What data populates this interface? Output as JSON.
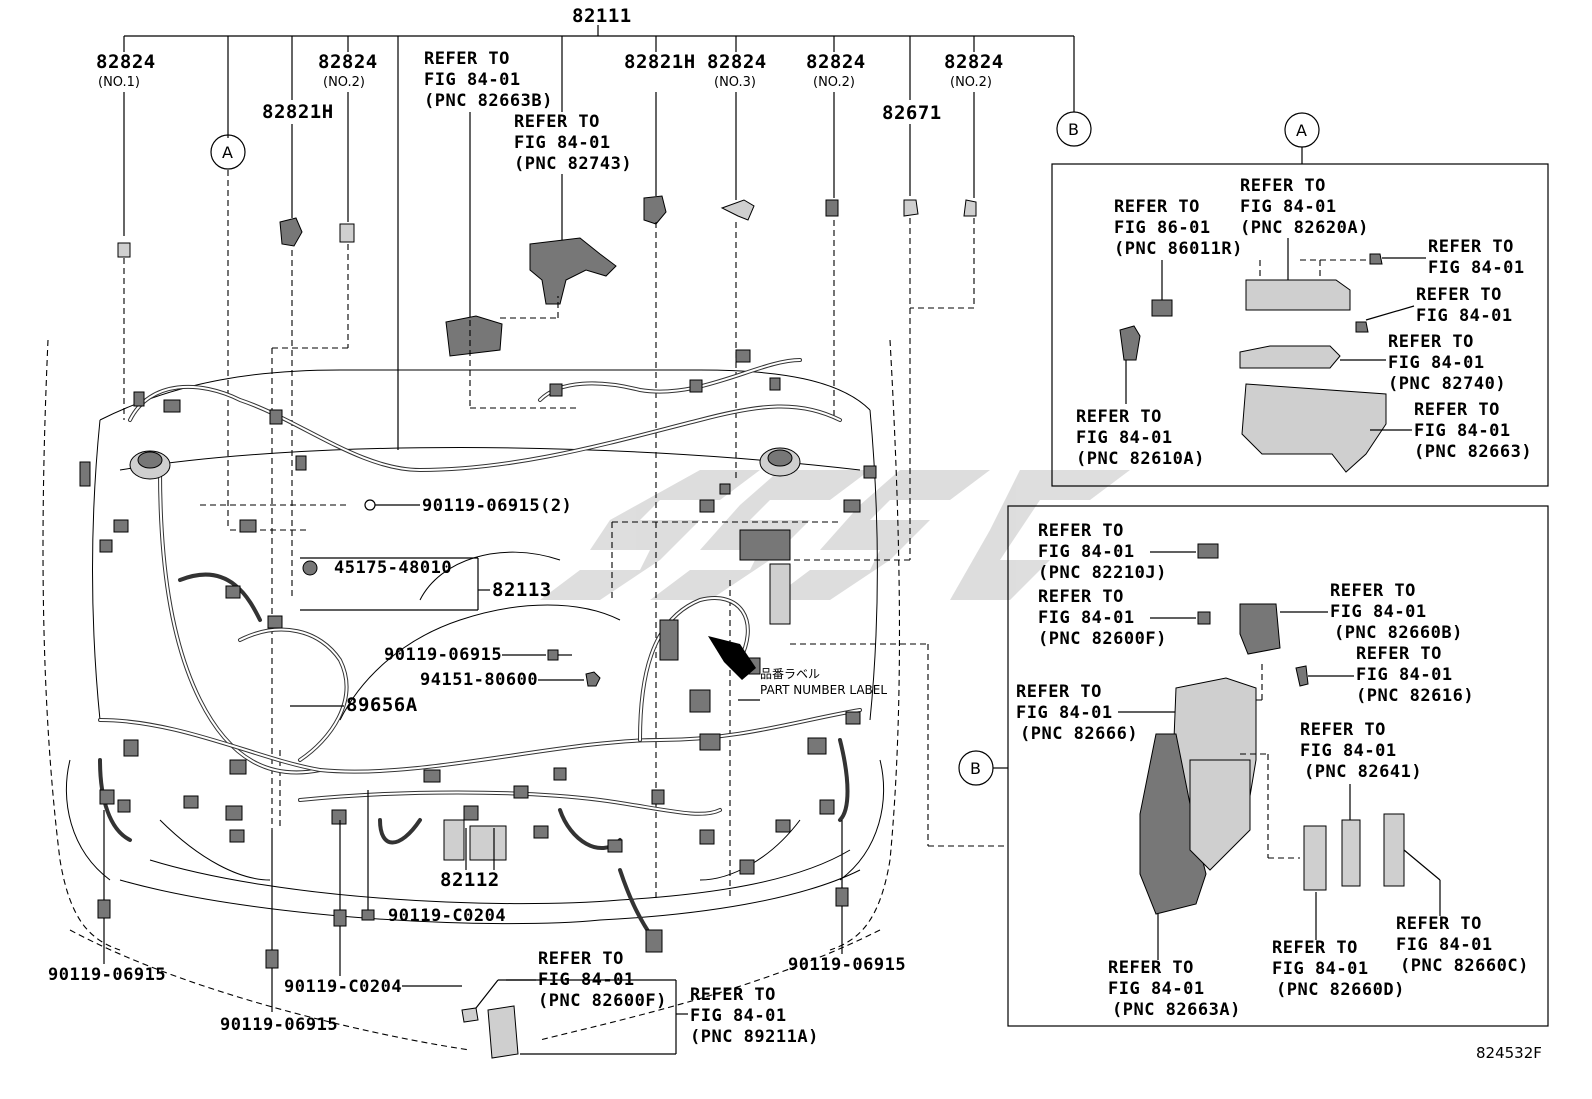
{
  "diagram_id": "824532F",
  "watermark": "SSEC",
  "top_part": "82111",
  "top_labels": {
    "l82824_1": "82824",
    "l82824_1_sub": "(NO.1)",
    "l82824_2a": "82824",
    "l82824_2a_sub": "(NO.2)",
    "l82821h_a": "82821H",
    "l82821h_b": "82821H",
    "l82824_3": "82824",
    "l82824_3_sub": "(NO.3)",
    "l82824_2b": "82824",
    "l82824_2b_sub": "(NO.2)",
    "l82824_2c": "82824",
    "l82824_2c_sub": "(NO.2)",
    "l82671": "82671"
  },
  "refer_top_1": [
    "REFER TO",
    "FIG 84-01",
    "(PNC 82663B)"
  ],
  "refer_top_2": [
    "REFER TO",
    "FIG 84-01",
    "(PNC 82743)"
  ],
  "callouts": {
    "a": "A",
    "b": "B"
  },
  "main_parts": {
    "p90119_06915_2": "90119-06915(2)",
    "p45175_48010": "45175-48010",
    "p82113": "82113",
    "p90119_06915_mid": "90119-06915",
    "p94151_80600": "94151-80600",
    "p89656a": "89656A",
    "p82112": "82112",
    "p90119_c0204_a": "90119-C0204",
    "p90119_c0204_b": "90119-C0204",
    "p90119_06915_l": "90119-06915",
    "p90119_06915_bl": "90119-06915",
    "p90119_06915_r": "90119-06915",
    "label_jp": "品番ラベル",
    "label_en": "PART NUMBER LABEL"
  },
  "refer_bottom_1": [
    "REFER TO",
    "FIG 84-01",
    "(PNC 82600F)"
  ],
  "refer_bottom_2": [
    "REFER TO",
    "FIG 84-01",
    "(PNC 89211A)"
  ],
  "box_a": {
    "r86011r": [
      "REFER TO",
      "FIG 86-01",
      "(PNC 86011R)"
    ],
    "r82620a": [
      "REFER TO",
      "FIG 84-01",
      "(PNC 82620A)"
    ],
    "r_fig1": [
      "REFER TO",
      "FIG 84-01"
    ],
    "r_fig2": [
      "REFER TO",
      "FIG 84-01"
    ],
    "r82740": [
      "REFER TO",
      "FIG 84-01",
      "(PNC 82740)"
    ],
    "r82610a": [
      "REFER TO",
      "FIG 84-01",
      "(PNC 82610A)"
    ],
    "r82663": [
      "REFER TO",
      "FIG 84-01",
      "(PNC 82663)"
    ]
  },
  "box_b": {
    "r82210j": [
      "REFER TO",
      "FIG 84-01",
      "(PNC 82210J)"
    ],
    "r82600f": [
      "REFER TO",
      "FIG 84-01",
      "(PNC 82600F)"
    ],
    "r82660b": [
      "REFER TO",
      "FIG 84-01",
      "(PNC 82660B)"
    ],
    "r82616": [
      "REFER TO",
      "FIG 84-01",
      "(PNC 82616)"
    ],
    "r82666": [
      "REFER TO",
      "FIG 84-01",
      "(PNC 82666)"
    ],
    "r82641": [
      "REFER TO",
      "FIG 84-01",
      "(PNC 82641)"
    ],
    "r82660c": [
      "REFER TO",
      "FIG 84-01",
      "(PNC 82660C)"
    ],
    "r82660d": [
      "REFER TO",
      "FIG 84-01",
      "(PNC 82660D)"
    ],
    "r82663a": [
      "REFER TO",
      "FIG 84-01",
      "(PNC 82663A)"
    ]
  }
}
